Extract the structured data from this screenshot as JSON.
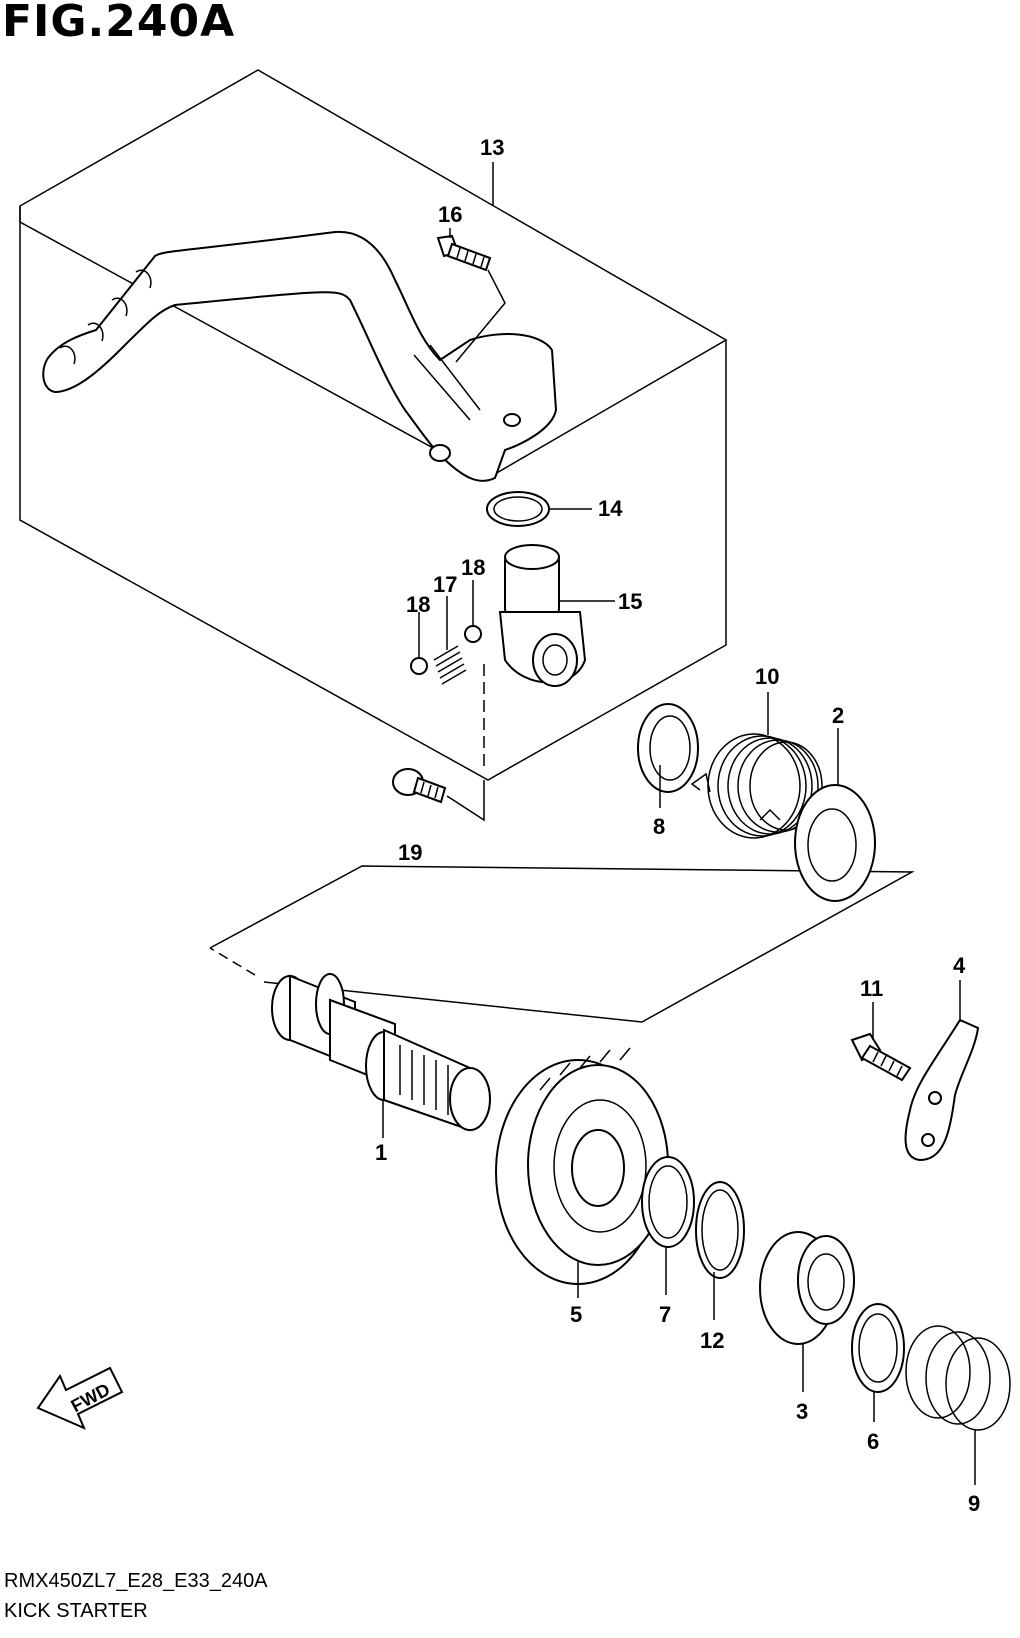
{
  "figure_title": "FIG.240A",
  "model_code": "RMX450ZL7_E28_E33_240A",
  "section_name": "KICK STARTER",
  "direction_label": "FWD",
  "callouts": {
    "c1": "1",
    "c2": "2",
    "c3": "3",
    "c4": "4",
    "c5": "5",
    "c6": "6",
    "c7": "7",
    "c8": "8",
    "c9": "9",
    "c10": "10",
    "c11": "11",
    "c12": "12",
    "c13": "13",
    "c14": "14",
    "c15": "15",
    "c16": "16",
    "c17": "17",
    "c18a": "18",
    "c18b": "18",
    "c19": "19"
  }
}
